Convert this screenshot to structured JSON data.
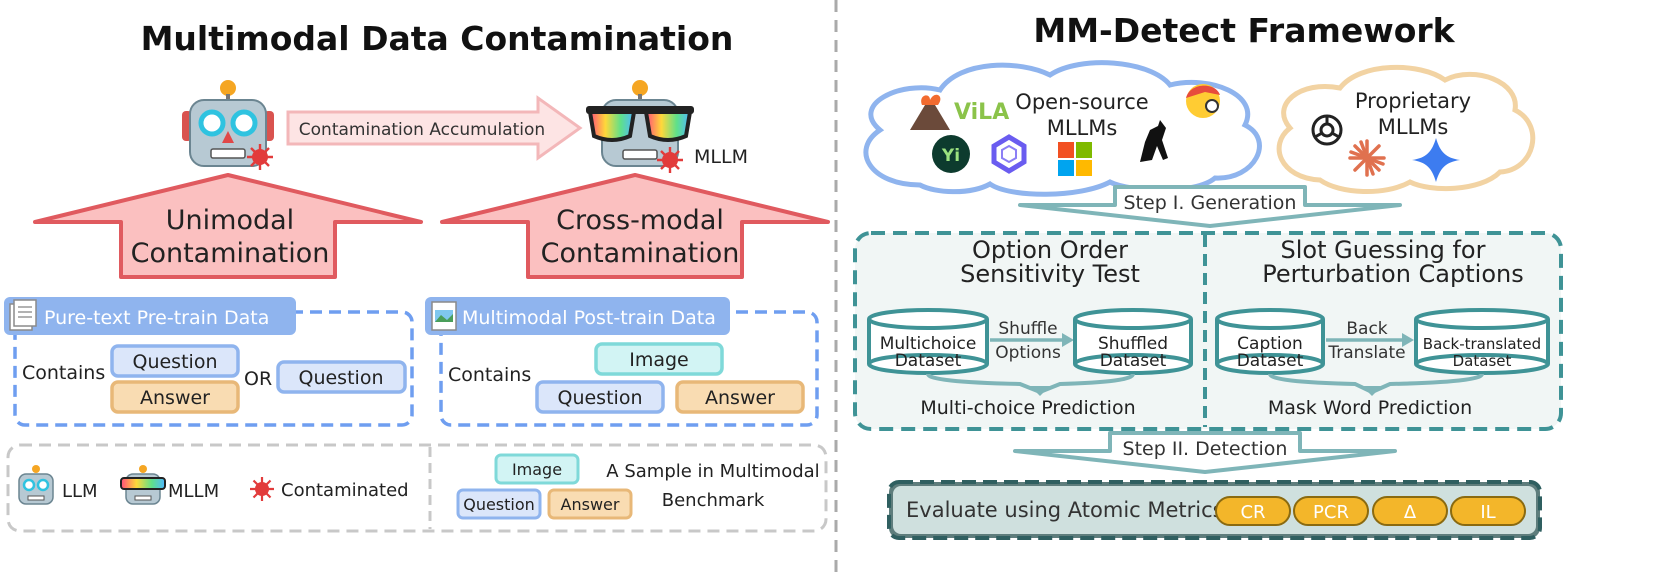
{
  "left": {
    "title": "Multimodal Data Contamination",
    "accumulation_label": "Contamination Accumulation",
    "mllm_label": "MLLM",
    "unimodal": [
      "Unimodal",
      "Contamination"
    ],
    "crossmodal": [
      "Cross-modal",
      "Contamination"
    ],
    "pure_text": {
      "header": "Pure-text Pre-train Data",
      "contains": "Contains",
      "question": "Question",
      "answer": "Answer",
      "or": "OR",
      "question_alt": "Question"
    },
    "multimodal": {
      "header": "Multimodal Post-train Data",
      "contains": "Contains",
      "image": "Image",
      "question": "Question",
      "answer": "Answer"
    },
    "legend": {
      "llm": "LLM",
      "mllm": "MLLM",
      "contaminated": "Contaminated",
      "image": "Image",
      "question": "Question",
      "answer": "Answer",
      "sample_line1": "A Sample in Multimodal",
      "sample_line2": "Benchmark"
    }
  },
  "right": {
    "title": "MM-Detect Framework",
    "open_source": [
      "Open-source",
      "MLLMs"
    ],
    "proprietary": [
      "Proprietary",
      "MLLMs"
    ],
    "vila_logo": "ViLA",
    "step1": "Step I. Generation",
    "option_order": {
      "title": [
        "Option Order",
        "Sensitivity Test"
      ],
      "db1": [
        "Multichoice",
        "Dataset"
      ],
      "action": [
        "Shuffle",
        "Options"
      ],
      "db2": [
        "Shuffled",
        "Dataset"
      ],
      "output": "Multi-choice Prediction"
    },
    "slot_guessing": {
      "title": [
        "Slot Guessing for",
        "Perturbation Captions"
      ],
      "db1": [
        "Caption",
        "Dataset"
      ],
      "action": [
        "Back",
        "Translate"
      ],
      "db2": [
        "Back-translated",
        "Dataset"
      ],
      "output": "Mask Word Prediction"
    },
    "step2": "Step II. Detection",
    "evaluate": "Evaluate using Atomic Metrics",
    "metrics": [
      "CR",
      "PCR",
      "Δ",
      "IL"
    ]
  },
  "colors": {
    "blue_dash": "#6f9ef0",
    "blue_fill": "#8fb4ee",
    "question_fill": "#dbe6fa",
    "answer_fill": "#f9dcb2",
    "image_fill": "#d2f4f4",
    "teal": "#3f9396",
    "teal_fill": "#f1f6f5",
    "arrow_red": "#e05a5f",
    "arrow_pink": "#fbc0c0",
    "metric_fill": "#f3b62a",
    "gray_dash": "#c8c8c8"
  }
}
